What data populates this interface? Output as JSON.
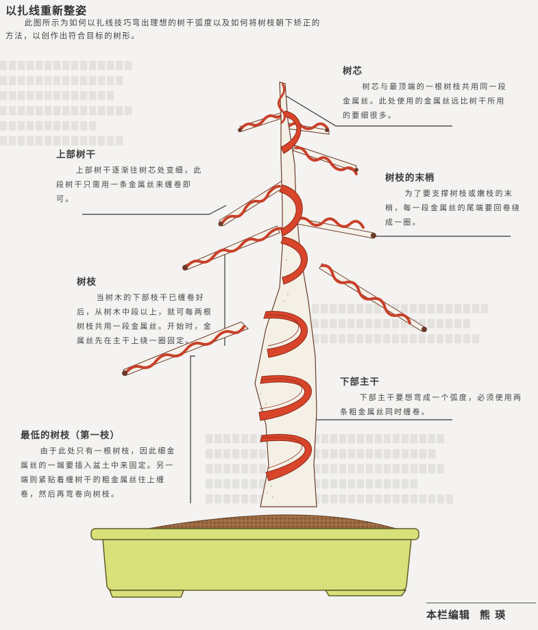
{
  "article": {
    "title": "以扎线重新整姿",
    "intro": "此图所示为如何以扎线技巧弯出理想的树干弧度以及如何将树枝朝下矫正的方法，以创作出符合目标的树形。"
  },
  "callouts": {
    "apex": {
      "heading": "树芯",
      "body": "树芯与最顶端的一根树枝共用同一段金属丝。此处使用的金属丝远比树干所用的要细很多。"
    },
    "upper_trunk": {
      "heading": "上部树干",
      "body": "上部树干逐渐往树芯处变细，此段树干只需用一条金属丝来缠卷即可。"
    },
    "branch_tips": {
      "heading": "树枝的末梢",
      "body": "为了要支撑树枝或嫩枝的末梢，每一段金属丝的尾端要回卷绕成一圈。"
    },
    "branches": {
      "heading": "树枝",
      "body": "当树木的下部枝干已缠卷好后，从树木中段以上，就可每两根树枝共用一段金属丝。开始时，金属丝先在主干上绕一圈固定。"
    },
    "lower_trunk": {
      "heading": "下部主干",
      "body": "下部主干要想弯成一个弧度，必须使用两条粗金属丝同时缠卷。"
    },
    "lowest_branch": {
      "heading": "最低的树枝（第一枝）",
      "body": "由于此处只有一根树枝，因此细金属丝的一端要插入盆土中来固定。另一端则紧贴着缠树干的粗金属丝往上缠卷，然后再弯卷向树枝。"
    }
  },
  "credit": {
    "label": "本栏编辑",
    "editor": "熊 瑛"
  },
  "colors": {
    "wire": "#d9452b",
    "wire_dark": "#8a2a1a",
    "trunk": "#f3efe6",
    "pot": "#d8e07a",
    "soil": "#8a5a36",
    "page": "#f4f3f1"
  }
}
